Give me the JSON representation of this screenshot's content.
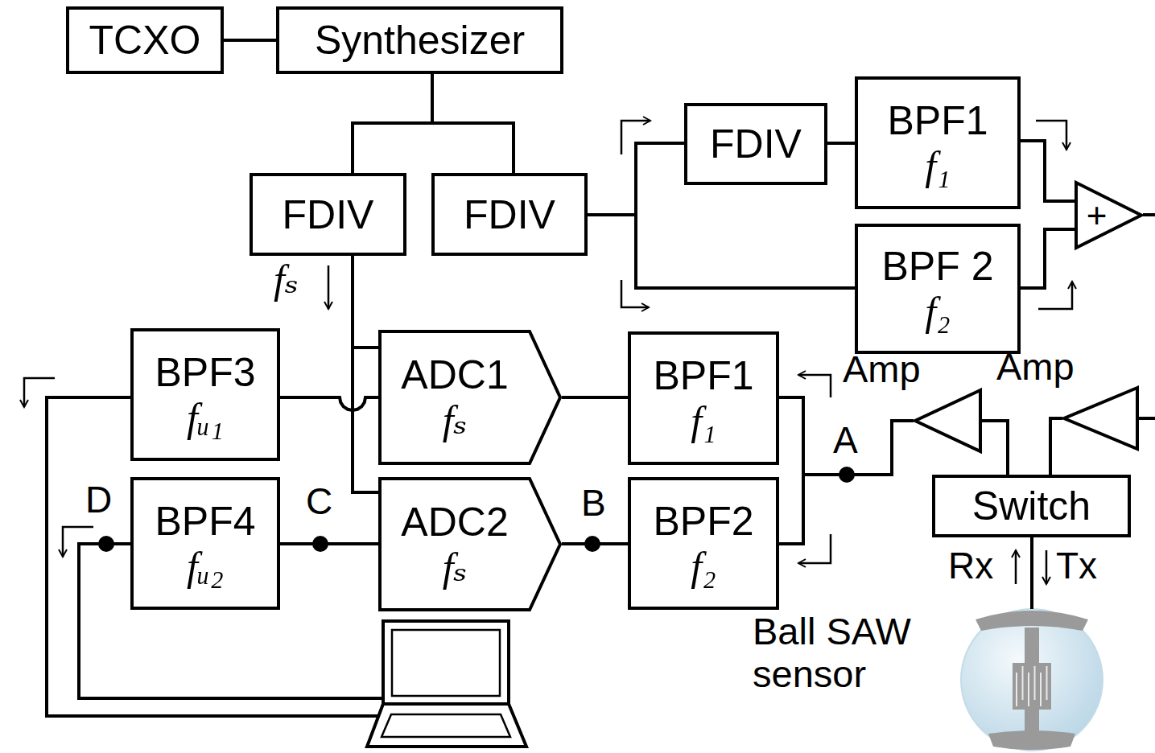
{
  "diagram": {
    "nodes": [
      {
        "text": [
          "TCXO"
        ]
      },
      {
        "text": [
          "Synthesizer"
        ]
      },
      {
        "text": [
          "FDIV"
        ]
      },
      {
        "text": [
          "FDIV"
        ]
      },
      {
        "text": [
          "FDIV"
        ]
      },
      {
        "text": [
          "BPF1",
          "f₁"
        ]
      },
      {
        "text": [
          "BPF 2",
          "f₂"
        ]
      },
      {
        "text": [
          "BPF3",
          "fᵤ₁"
        ]
      },
      {
        "text": [
          "ADC1",
          "fₛ"
        ]
      },
      {
        "text": [
          "BPF1",
          "f₁"
        ]
      },
      {
        "text": [
          "BPF4",
          "fᵤ₂"
        ]
      },
      {
        "text": [
          "ADC2",
          "fₛ"
        ]
      },
      {
        "text": [
          "BPF2",
          "f₂"
        ]
      },
      {
        "text": [
          "Switch"
        ]
      },
      {
        "text": [
          "+"
        ]
      },
      {
        "text": [
          "Amp"
        ]
      },
      {
        "text": [
          "Amp"
        ]
      },
      {
        "text": [
          "Ball SAW sensor"
        ]
      }
    ],
    "edges": [
      {
        "from": 0,
        "to": 1,
        "arrow": "none"
      },
      {
        "from": 1,
        "to": 2,
        "arrow": "none"
      },
      {
        "from": 1,
        "to": 3,
        "arrow": "none"
      },
      {
        "from": 3,
        "to": 4,
        "arrow": "none"
      },
      {
        "from": 3,
        "to": 6,
        "arrow": "none"
      },
      {
        "from": 4,
        "to": 5,
        "arrow": "none"
      },
      {
        "from": 5,
        "to": 14,
        "arrow": "none"
      },
      {
        "from": 6,
        "to": 14,
        "arrow": "none"
      },
      {
        "from": 2,
        "to": 8,
        "arrow": "none"
      },
      {
        "from": 2,
        "to": 11,
        "arrow": "none"
      },
      {
        "from": 13,
        "to": 15,
        "arrow": "none"
      },
      {
        "from": 16,
        "to": 13,
        "arrow": "none"
      },
      {
        "from": 15,
        "to": 9,
        "arrow": "none"
      },
      {
        "from": 15,
        "to": 12,
        "arrow": "none"
      },
      {
        "from": 9,
        "to": 8,
        "arrow": "none"
      },
      {
        "from": 12,
        "to": 11,
        "arrow": "none"
      },
      {
        "from": 8,
        "to": 7,
        "arrow": "none"
      },
      {
        "from": 11,
        "to": 10,
        "arrow": "none"
      },
      {
        "from": 13,
        "to": 17,
        "arrow": "none"
      }
    ],
    "labels": [
      "fₛ",
      "A",
      "B",
      "C",
      "D",
      "Rx",
      "Tx"
    ]
  }
}
